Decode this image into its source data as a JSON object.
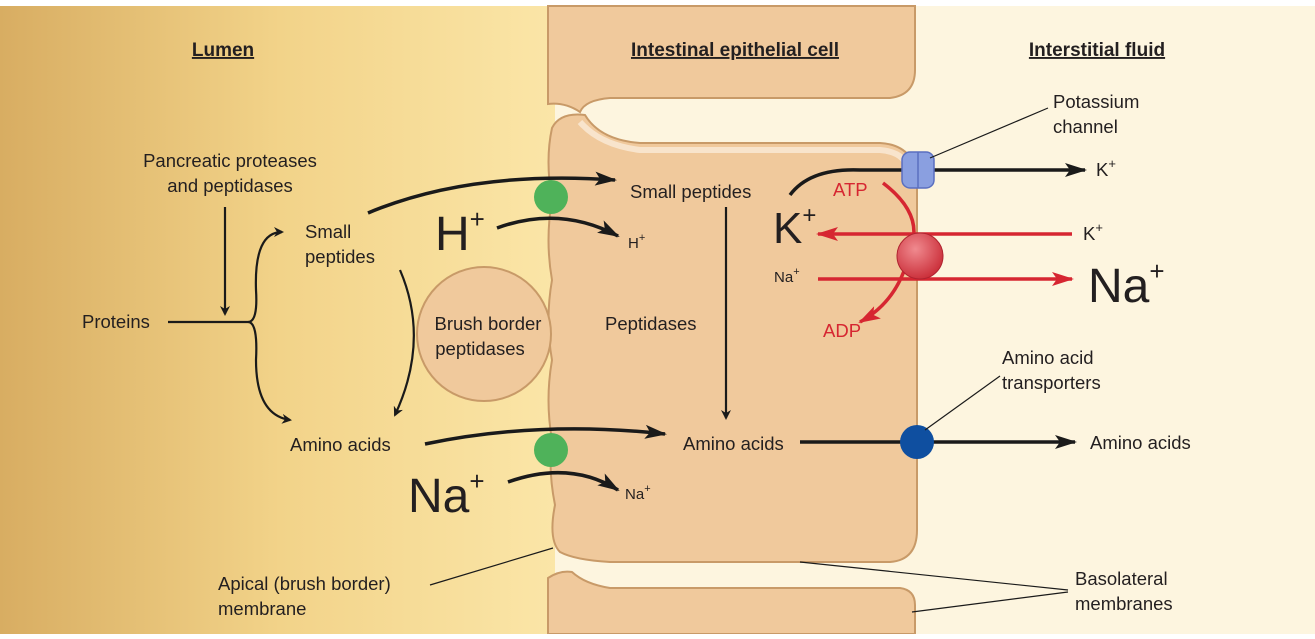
{
  "colors": {
    "lumen_dark": "#d8ad62",
    "lumen_light": "#fbe6a8",
    "interstitial": "#fdf5df",
    "cell": "#f0c99c",
    "cell_edge": "#c89a68",
    "symporter": "#4fb25a",
    "pump": "#d8414a",
    "aa_transporter": "#0f4fa0",
    "k_channel": "#8a9fe0",
    "red_arrow": "#d62631"
  },
  "headers": {
    "lumen": "Lumen",
    "cell": "Intestinal epithelial cell",
    "interstitial": "Interstitial fluid"
  },
  "lumen_labels": {
    "proteins": "Proteins",
    "pancreatic_1": "Pancreatic proteases",
    "pancreatic_2": "and peptidases",
    "small_peptides_1": "Small",
    "small_peptides_2": "peptides",
    "brush_border_1": "Brush border",
    "brush_border_2": "peptidases",
    "amino_acids": "Amino acids",
    "h_big": "H",
    "na_big": "Na",
    "plus": "+"
  },
  "cell_labels": {
    "small_peptides": "Small peptides",
    "h_small": "H",
    "peptidases": "Peptidases",
    "amino_acids": "Amino acids",
    "na_small": "Na",
    "k_big": "K",
    "atp": "ATP",
    "adp": "ADP",
    "na_inside": "Na",
    "plus": "+"
  },
  "interstitial_labels": {
    "potassium_channel_1": "Potassium",
    "potassium_channel_2": "channel",
    "k_out": "K",
    "k_in": "K",
    "na_big": "Na",
    "aa_transporters_1": "Amino acid",
    "aa_transporters_2": "transporters",
    "amino_acids": "Amino acids",
    "plus": "+"
  },
  "membrane_labels": {
    "apical_1": "Apical (brush border)",
    "apical_2": "membrane",
    "basolateral_1": "Basolateral",
    "basolateral_2": "membranes"
  }
}
